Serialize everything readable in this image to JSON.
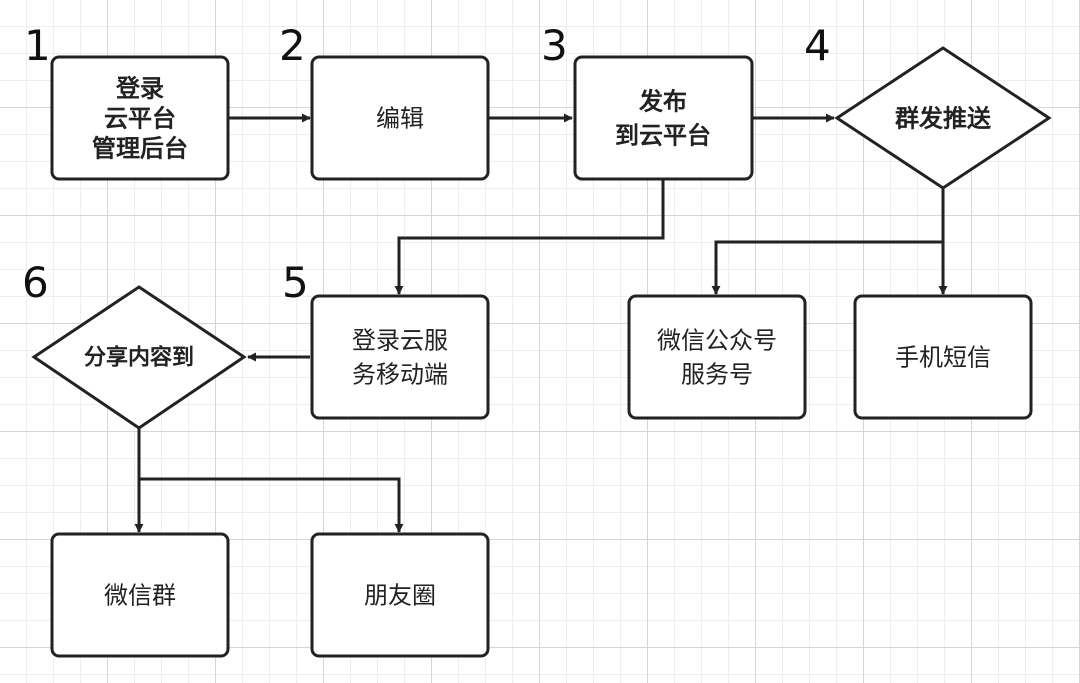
{
  "steps": {
    "s1": "1",
    "s2": "2",
    "s3": "3",
    "s4": "4",
    "s5": "5",
    "s6": "6"
  },
  "nodes": {
    "login_admin": [
      "登录",
      "云平台",
      "管理后台"
    ],
    "edit": [
      "编辑"
    ],
    "publish": [
      "发布",
      "到云平台"
    ],
    "mass_push": [
      "群发推送"
    ],
    "wechat_official": [
      "微信公众号",
      "服务号"
    ],
    "sms": [
      "手机短信"
    ],
    "login_mobile": [
      "登录云服",
      "务移动端"
    ],
    "share": [
      "分享内容到"
    ],
    "wechat_group": [
      "微信群"
    ],
    "moments": [
      "朋友圈"
    ]
  },
  "colors": {
    "stroke": "#222222",
    "fill": "#ffffff",
    "text": "#222222"
  }
}
